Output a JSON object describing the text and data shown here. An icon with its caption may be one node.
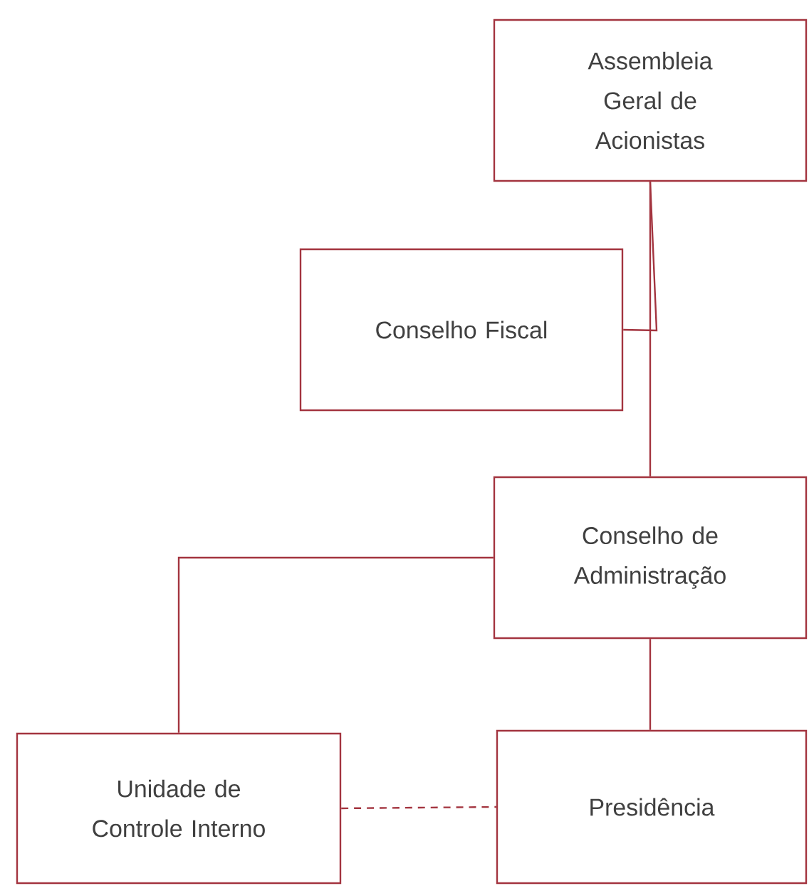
{
  "diagram": {
    "nodes": [
      {
        "text": [
          "Assembleia Geral de Acionistas"
        ]
      },
      {
        "text": [
          "Conselho Fiscal"
        ]
      },
      {
        "text": [
          "Conselho de Administração"
        ]
      },
      {
        "text": [
          "Unidade de Controle Interno"
        ]
      },
      {
        "text": [
          "Presidência"
        ]
      }
    ],
    "edges": [
      {
        "from": 0,
        "to": 2,
        "arrow": "none"
      },
      {
        "from": 1,
        "to": 0,
        "arrow": "none"
      },
      {
        "from": 2,
        "to": 3,
        "arrow": "none"
      },
      {
        "from": 2,
        "to": 4,
        "arrow": "none"
      },
      {
        "from": 3,
        "to": 4,
        "arrow": "none",
        "style": "dashed"
      }
    ]
  }
}
